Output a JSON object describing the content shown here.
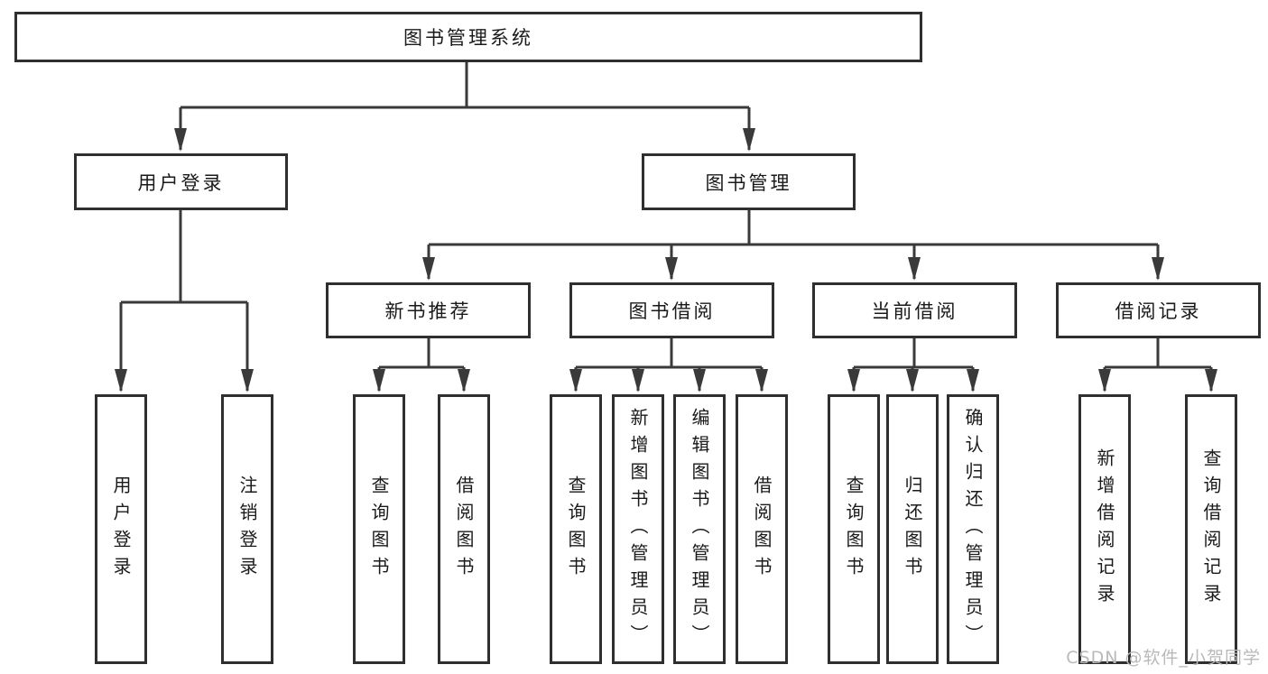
{
  "diagram": {
    "root_label": "图书管理系统",
    "user_login": {
      "label": "用户登录",
      "children": [
        "用户登录",
        "注销登录"
      ]
    },
    "book_management": {
      "label": "图书管理",
      "modules": [
        {
          "label": "新书推荐",
          "children": [
            "查询图书",
            "借阅图书"
          ]
        },
        {
          "label": "图书借阅",
          "children": [
            "查询图书",
            "新增图书（管理员）",
            "编辑图书（管理员）",
            "借阅图书"
          ]
        },
        {
          "label": "当前借阅",
          "children": [
            "查询图书",
            "归还图书",
            "确认归还（管理员）"
          ]
        },
        {
          "label": "借阅记录",
          "children": [
            "新增借阅记录",
            "查询借阅记录"
          ]
        }
      ]
    }
  },
  "watermark": {
    "text": "CSDN @软件_小贺同学"
  },
  "colors": {
    "background": "#ffffff",
    "line": "#3a3a3a",
    "box_border": "#2f2f2f",
    "text": "#1a1a1a",
    "watermark": "#b9b9b9"
  }
}
